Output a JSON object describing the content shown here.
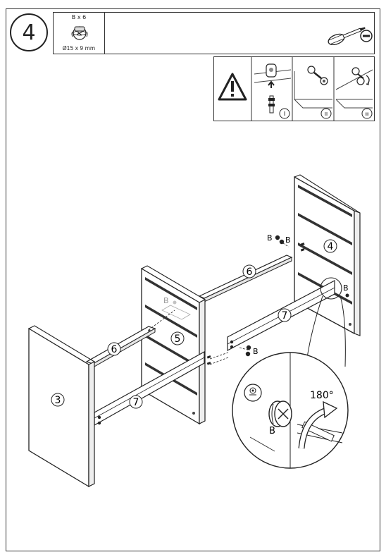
{
  "step": {
    "number": "4"
  },
  "parts": [
    {
      "id": "B",
      "quantity_label": "B x 6",
      "dimension_label": "Ø15 x 9 mm",
      "icon": "cam-lock-icon"
    }
  ],
  "tool": {
    "icon": "screwdriver-icon",
    "type_icon": "slotted-tip-icon"
  },
  "warning": {
    "icon": "warning-triangle-icon",
    "panels": [
      {
        "label": "I",
        "icon": "insert-cam-pin-icon"
      },
      {
        "label": "II",
        "icon": "insert-cam-lock-icon"
      },
      {
        "label": "III",
        "icon": "turn-cam-lock-icon"
      }
    ]
  },
  "diagram": {
    "panel_labels": [
      "3",
      "4",
      "5",
      "6",
      "6",
      "7",
      "7"
    ],
    "part_callouts": [
      "B",
      "B",
      "B",
      "B",
      "B",
      "B"
    ],
    "detail": {
      "rotation_label": "180°",
      "part_label": "B"
    }
  }
}
